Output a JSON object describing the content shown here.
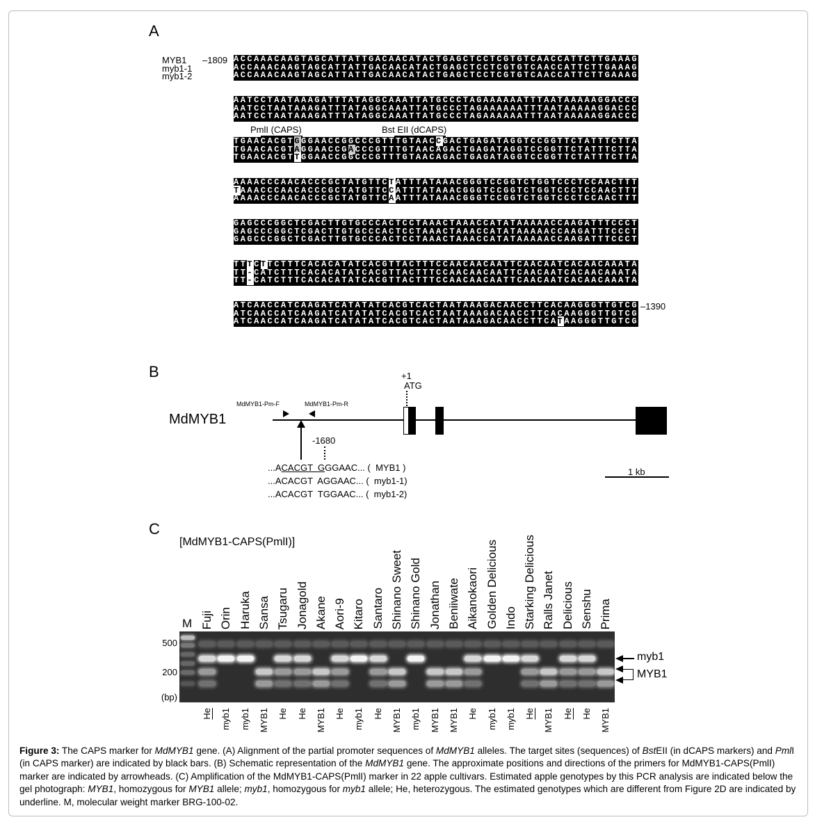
{
  "panels": {
    "a": "A",
    "b": "B",
    "c": "C"
  },
  "panel_a": {
    "names": [
      "MYB1",
      "myb1-1",
      "myb1-2"
    ],
    "start_pos": "–1809",
    "end_pos": "–1390",
    "sites": {
      "pmli": "PmlI (CAPS)",
      "bsteii": "Bst EII (dCAPS)"
    },
    "blocks": [
      {
        "lines": [
          "ACCAAACAAGTAGCATTATTGACAACATACTGAGCTCCTCGTGTCAACCATTCTTGAAAG",
          "ACCAAACAAGTAGCATTATTGACAACATACTGAGCTCCTCGTGTCAACCATTCTTGAAAG",
          "ACCAAACAAGTAGCATTATTGACAACATACTGAGCTCCTCGTGTCAACCATTCTTGAAAG"
        ],
        "highlights": []
      },
      {
        "lines": [
          "AATCCTAATAAAGATTTATAGGCAAATTATGCCCTAGAAAAAATTTAATAAAAAGGACCC",
          "AATCCTAATAAAGATTTATAGGCAAATTATGCCCTAGAAAAAATTTAATAAAAAGGACCC",
          "AATCCTAATAAAGATTTATAGGCAAATTATGCCCTAGAAAAAATTTAATAAAAAGGACCC"
        ],
        "highlights": []
      },
      {
        "lines": [
          "TGAACACGTGGGAACCGGCCCGTTTGTAACCGACTGAGATAGGTCCGGTTCTATTTCTTA",
          "TGAACACGTAGGAACCGACCCGTTTGTAACAGACTGAGATAGGTCCGGTTCTATTTCTTA",
          "TGAACACGTTGGAACCGGCCCGTTTGTAACAGACTGAGATAGGTCCGGTTCTATTTCTTA"
        ],
        "highlights": [
          [
            0,
            9,
            "grey"
          ],
          [
            0,
            30,
            "white"
          ],
          [
            1,
            9,
            "grey"
          ],
          [
            1,
            17,
            "grey"
          ],
          [
            2,
            9,
            "white"
          ]
        ]
      },
      {
        "lines": [
          "AAAACCCAACACCCGCTATGTTCTATTTATAAACGGGTCCGGTCTGGTCCCTCCAACTTT",
          "TAAACCCAACACCCGCTATGTTCCATTTATAAACGGGTCCGGTCTGGTCCCTCCAACTTT",
          "AAAACCCAACACCCGCTATGTTCAATTTATAAACGGGTCCGGTCTGGTCCCTCCAACTTT"
        ],
        "highlights": [
          [
            0,
            23,
            "white"
          ],
          [
            1,
            0,
            "white"
          ],
          [
            1,
            23,
            "white"
          ],
          [
            2,
            23,
            "white"
          ]
        ]
      },
      {
        "lines": [
          "GAGCCCGGCTCGACTTGTGCCCACTCCTAAACTAAACCATATAAAAACCAAGATTTCCCT",
          "GAGCCCGGCTCGACTTGTGCCCACTCCTAAACTAAACCATATAAAAACCAAGATTTCCCT",
          "GAGCCCGGCTCGACTTGTGCCCACTCCTAAACTAAACCATATAAAAACCAAGATTTCCCT"
        ],
        "highlights": []
      },
      {
        "lines": [
          "TTTCTTCTTTCACACATATCACGTTACTTTCCAACAACAATTCAACAATCACAACAAATA",
          "TT-CATCTTTCACACATATCACGTTACTTTCCAACAACAATTCAACAATCACAACAAATA",
          "TT-CATCTTTCACACATATCACGTTACTTTCCAACAACAATTCAACAATCACAACAAATA"
        ],
        "highlights": [
          [
            0,
            2,
            "plain"
          ],
          [
            0,
            4,
            "white"
          ],
          [
            1,
            2,
            "plain"
          ],
          [
            2,
            2,
            "plain"
          ]
        ]
      },
      {
        "lines": [
          "ATCAACCATCAAGATCATATATCACGTCACTAATAAAGACAACCTTCACAAGGGTTGTCG",
          "ATCAACCATCAAGATCATATATCACGTCACTAATAAAGACAACCTTCACAAGGGTTGTCG",
          "ATCAACCATCAAGATCATATATCACGTCACTAATAAAGACAACCTTCATAAGGGTTGTCG"
        ],
        "highlights": [
          [
            2,
            48,
            "white"
          ]
        ]
      }
    ]
  },
  "panel_b": {
    "gene": "MdMYB1",
    "primer_f": "MdMYB1-Pm-F",
    "primer_r": "MdMYB1-Pm-R",
    "tss": "+1",
    "atg": "ATG",
    "snp_pos": "-1680",
    "alleles": [
      {
        "prefix": "...A",
        "site": "CACGT  G",
        "rest": "GGAAC... (  MYB1 )"
      },
      {
        "prefix": "...A",
        "site": "CACGT  ",
        "rest": "AGGAAC... (  myb1-1)"
      },
      {
        "prefix": "...A",
        "site": "CACGT  ",
        "rest": "TGGAAC... (  myb1-2)"
      }
    ],
    "scale": "1 kb"
  },
  "panel_c": {
    "title": "[MdMYB1-CAPS(PmlI)]",
    "marker": "M",
    "sizes": [
      "500",
      "200",
      "(bp)"
    ],
    "right_labels": {
      "myb1": "myb1",
      "MYB1": "MYB1"
    },
    "lanes": [
      {
        "name": "Fuji",
        "genotype": "He",
        "underline": true
      },
      {
        "name": "Orin",
        "genotype": "myb1",
        "underline": false
      },
      {
        "name": "Haruka",
        "genotype": "myb1",
        "underline": false
      },
      {
        "name": "Sansa",
        "genotype": "MYB1",
        "underline": false
      },
      {
        "name": "Tsugaru",
        "genotype": "He",
        "underline": false
      },
      {
        "name": "Jonagold",
        "genotype": "He",
        "underline": false
      },
      {
        "name": "Akane",
        "genotype": "MYB1",
        "underline": false
      },
      {
        "name": "Aori-9",
        "genotype": "He",
        "underline": false
      },
      {
        "name": "Kitaro",
        "genotype": "myb1",
        "underline": false
      },
      {
        "name": "Santaro",
        "genotype": "He",
        "underline": false
      },
      {
        "name": "Shinano Sweet",
        "genotype": "MYB1",
        "underline": false
      },
      {
        "name": "Shinano Gold",
        "genotype": "myb1",
        "underline": false
      },
      {
        "name": "Jonathan",
        "genotype": "MYB1",
        "underline": false
      },
      {
        "name": "Beniiwate",
        "genotype": "MYB1",
        "underline": false
      },
      {
        "name": "Aikanokaori",
        "genotype": "He",
        "underline": false
      },
      {
        "name": "Golden Delicious",
        "genotype": "myb1",
        "underline": false
      },
      {
        "name": "Indo",
        "genotype": "myb1",
        "underline": false
      },
      {
        "name": "Starking Delicious",
        "genotype": "He",
        "underline": true
      },
      {
        "name": "Ralls Janet",
        "genotype": "MYB1",
        "underline": false
      },
      {
        "name": "Delicious",
        "genotype": "He",
        "underline": true
      },
      {
        "name": "Senshu",
        "genotype": "He",
        "underline": false
      },
      {
        "name": "Prima",
        "genotype": "MYB1",
        "underline": false
      }
    ]
  },
  "caption": {
    "label": "Figure 3:",
    "parts": [
      {
        "t": " The CAPS marker for "
      },
      {
        "t": "MdMYB1",
        "i": true
      },
      {
        "t": " gene. (A) Alignment of the partial promoter sequences of "
      },
      {
        "t": "MdMYB1",
        "i": true
      },
      {
        "t": " alleles. The target sites (sequences) of "
      },
      {
        "t": "Bst",
        "i": true
      },
      {
        "t": "EII (in dCAPS markers) and "
      },
      {
        "t": "Pml",
        "i": true
      },
      {
        "t": "I (in CAPS marker) are indicated by black bars. (B) Schematic representation of the "
      },
      {
        "t": "MdMYB1",
        "i": true
      },
      {
        "t": " gene. The approximate positions and directions of the primers for MdMYB1-CAPS(PmlI) marker are indicated by arrowheads. (C) Amplification of the MdMYB1-CAPS(PmlI) marker in 22 apple cultivars. Estimated apple genotypes by this PCR analysis are indicated below the gel photograph: "
      },
      {
        "t": "MYB1",
        "i": true
      },
      {
        "t": ", homozygous for "
      },
      {
        "t": "MYB1",
        "i": true
      },
      {
        "t": " allele; "
      },
      {
        "t": "myb1",
        "i": true
      },
      {
        "t": ", homozygous for "
      },
      {
        "t": "myb1",
        "i": true
      },
      {
        "t": " allele; He, heterozygous. The estimated genotypes which are different from Figure 2D are indicated by underline. M, molecular weight marker BRG-100-02."
      }
    ]
  }
}
